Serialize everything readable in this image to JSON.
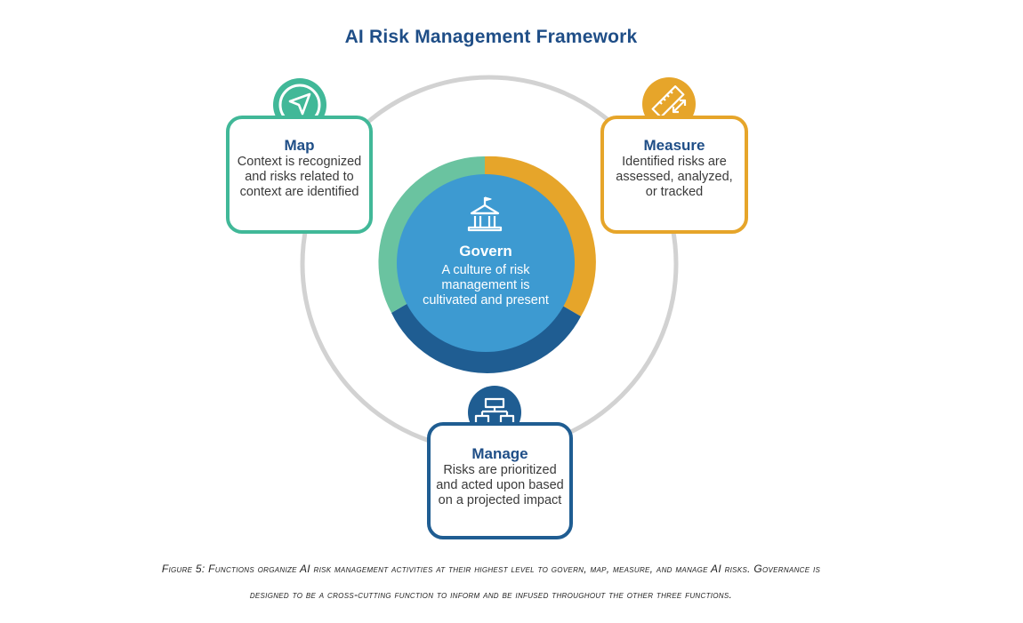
{
  "title": "AI Risk Management Framework",
  "colors": {
    "title": "#1f4e87",
    "map": "#41b898",
    "measure": "#e6a52a",
    "manage": "#1f5d92",
    "govern": "#3d9ad1",
    "outer_ring": "#d2d2d2"
  },
  "map": {
    "title": "Map",
    "description": "Context is recognized and risks related to context are identified",
    "icon": "navigation-arrow-icon"
  },
  "measure": {
    "title": "Measure",
    "description": "Identified risks are assessed, analyzed, or tracked",
    "icon": "ruler-icon"
  },
  "manage": {
    "title": "Manage",
    "description": "Risks are prioritized and acted upon based on a projected impact",
    "icon": "hierarchy-icon"
  },
  "govern": {
    "title": "Govern",
    "description": "A culture of risk management is cultivated and present",
    "icon": "institution-building-icon"
  },
  "caption": {
    "line1": "Figure 5: Functions organize AI risk management activities at their highest level to govern, map, measure, and manage AI risks. Governance is",
    "line2": "designed to be a cross-cutting function to inform and be infused throughout the other three functions."
  }
}
